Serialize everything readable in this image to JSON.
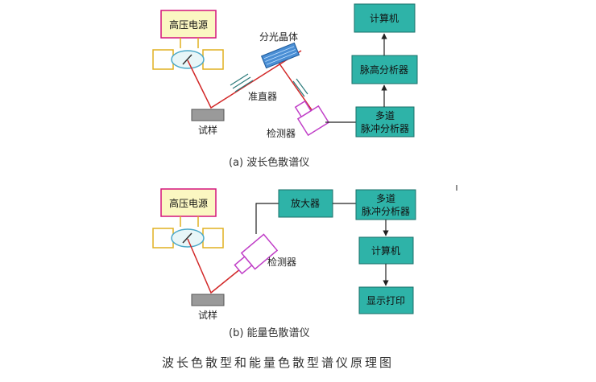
{
  "diagram_a": {
    "hv_supply": "高压电源",
    "crystal": "分光晶体",
    "collimator": "准直器",
    "sample": "试样",
    "detector": "检测器",
    "computer": "计算机",
    "pulse_height_analyzer": "脉高分析器",
    "mca_line1": "多道",
    "mca_line2": "脉冲分析器",
    "caption": "(a) 波长色散谱仪"
  },
  "diagram_b": {
    "hv_supply": "高压电源",
    "amplifier": "放大器",
    "mca_line1": "多道",
    "mca_line2": "脉冲分析器",
    "computer": "计算机",
    "display_print": "显示打印",
    "detector": "检测器",
    "sample": "试样",
    "caption": "(b) 能量色散谱仪"
  },
  "figure_title": "波长色散型和能量色散型谱仪原理图",
  "colors": {
    "box_fill": "#2eb3a8",
    "hv_fill": "#fbf7c2",
    "hv_border": "#d4147c",
    "ray": "#d22828",
    "sample_fill": "#9a9a9a",
    "crystal_fill": "#4a8ed4",
    "detector_border": "#c03ec7"
  }
}
